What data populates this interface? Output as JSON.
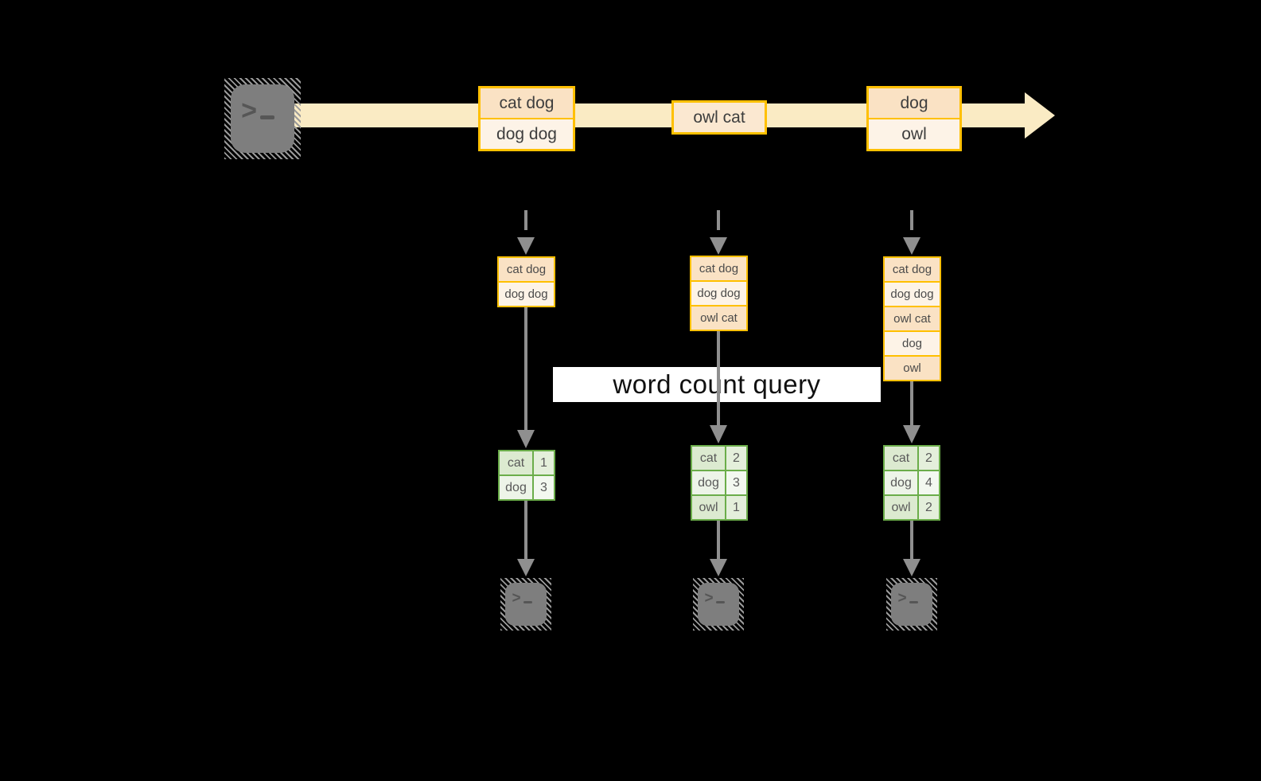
{
  "query": {
    "label": "word count query"
  },
  "stream": {
    "batches": [
      {
        "records": [
          "cat dog",
          "dog dog"
        ]
      },
      {
        "records": [
          "owl cat"
        ]
      },
      {
        "records": [
          "dog",
          "owl"
        ]
      }
    ]
  },
  "columns": [
    {
      "buffered_records": [
        "cat dog",
        "dog dog"
      ],
      "result_rows": [
        [
          "cat",
          "1"
        ],
        [
          "dog",
          "3"
        ]
      ]
    },
    {
      "buffered_records": [
        "cat dog",
        "dog dog",
        "owl cat"
      ],
      "result_rows": [
        [
          "cat",
          "2"
        ],
        [
          "dog",
          "3"
        ],
        [
          "owl",
          "1"
        ]
      ]
    },
    {
      "buffered_records": [
        "cat dog",
        "dog dog",
        "owl cat",
        "dog",
        "owl"
      ],
      "result_rows": [
        [
          "cat",
          "2"
        ],
        [
          "dog",
          "4"
        ],
        [
          "owl",
          "2"
        ]
      ]
    }
  ],
  "icons": {
    "source": "terminal-icon",
    "sinks": [
      "terminal-icon",
      "terminal-icon",
      "terminal-icon"
    ],
    "stream_arrow": "right-arrow",
    "ingest_arrows": "dashed-down-arrow",
    "query_arrows": "solid-down-arrow",
    "emit_arrows": "solid-down-arrow"
  },
  "colors": {
    "background": "#000000",
    "stream_arrow": "#FAEBC4",
    "record_border": "#FFC000",
    "record_fill_dark": "#FAE2C4",
    "record_fill_light": "#FDF3E7",
    "table_border": "#6BAD4A",
    "table_fill_dark": "#DCEAD0",
    "table_fill_light": "#EDF4E8",
    "connector_gray": "#8F8F8F",
    "terminal_gray": "#7E7E7E",
    "query_band_background": "#FFFFFF"
  }
}
